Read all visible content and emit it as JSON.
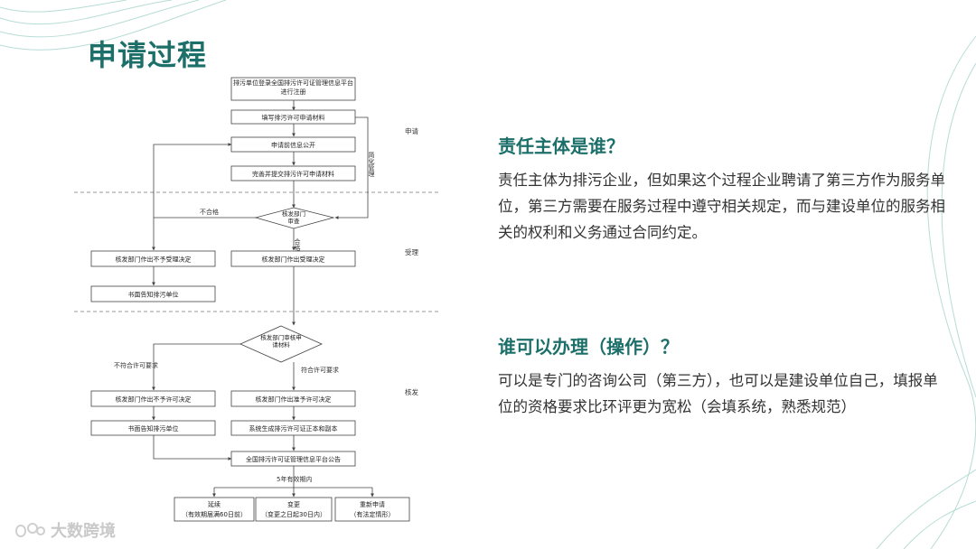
{
  "page": {
    "title": "申请过程"
  },
  "flowchart": {
    "nodes": {
      "n1": "排污单位登录全国排污许可证管理信息平台进行注册",
      "n2": "填写排污许可申请材料",
      "n3": "申请前信息公开",
      "n4": "完善并提交排污许可申请材料",
      "d1": "核发部门审查",
      "n5": "核发部门作出不予受理决定",
      "n6": "核发部门作出受理决定",
      "n7": "书面告知排污单位",
      "d2": "核发部门审核申请材料",
      "n8": "核发部门作出不予许可决定",
      "n9": "核发部门作出准予许可决定",
      "n10": "书面告知排污单位",
      "n11": "系统生成排污许可证正本和副本",
      "n12": "全国排污许可证管理信息平台公告",
      "o1a": "延续",
      "o1b": "（有效期届满60日前）",
      "o2a": "变更",
      "o2b": "（变更之日起30日内）",
      "o3a": "重新申请",
      "o3b": "（有法定情形）"
    },
    "labels": {
      "simplify": "简化管理",
      "fail": "不合格",
      "pass": "合格",
      "not_meet": "不符合许可要求",
      "meet": "符合许可要求",
      "validity": "5年有效期内"
    },
    "stages": [
      "申请",
      "受理",
      "核发"
    ]
  },
  "sections": [
    {
      "title": "责任主体是谁？",
      "body": "责任主体为排污企业，但如果这个过程企业聘请了第三方作为服务单位，第三方需要在服务过程中遵守相关规定，而与建设单位的服务相关的权利和义务通过合同约定。"
    },
    {
      "title": "谁可以办理（操作）？",
      "body": "可以是专门的咨询公司（第三方），也可以是建设单位自己，填报单位的资格要求比环评更为宽松（会填系统，熟悉规范）"
    }
  ],
  "logo": {
    "text": "大数跨境"
  },
  "colors": {
    "accent": "#1d6f6a",
    "deco_lines": "#9fd1c8"
  }
}
